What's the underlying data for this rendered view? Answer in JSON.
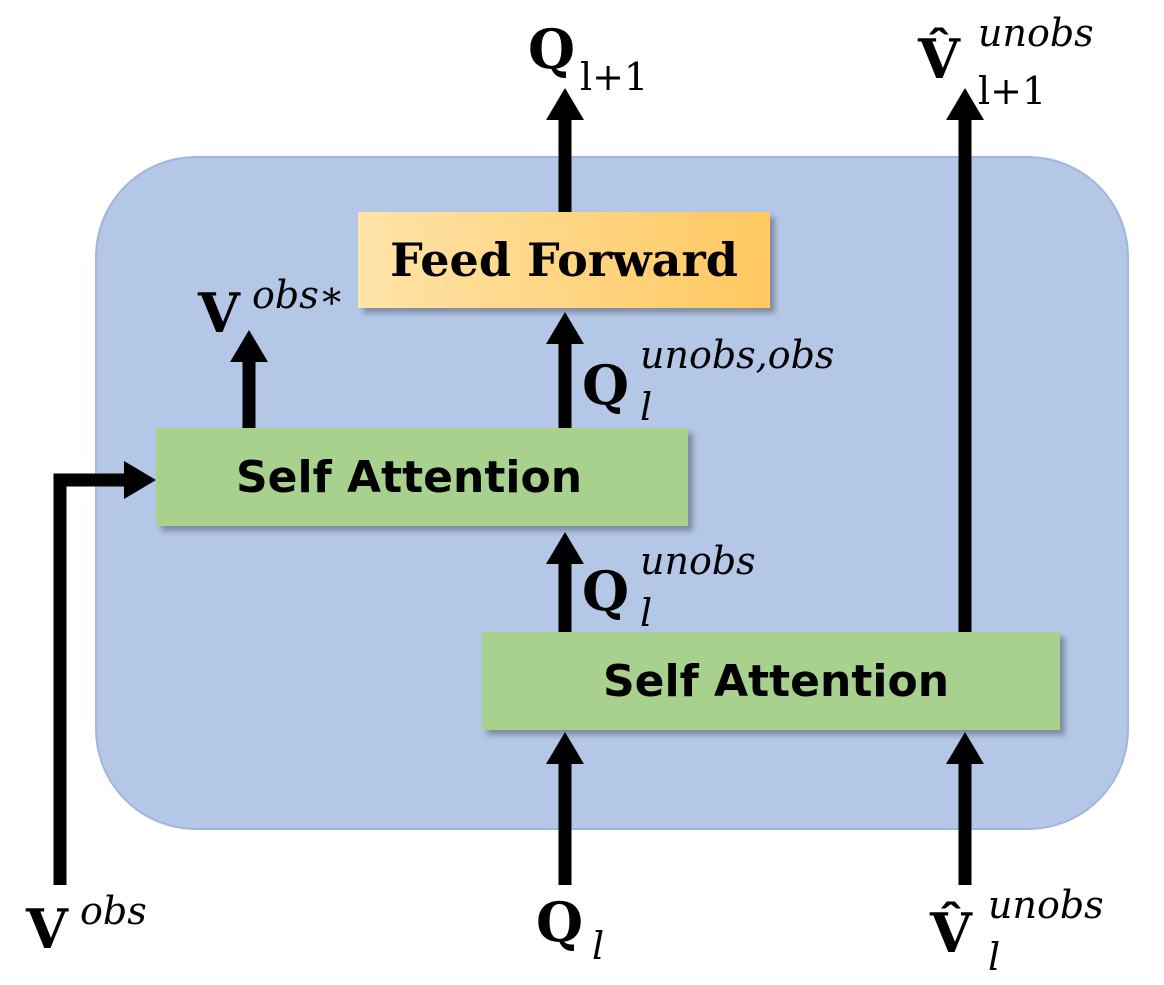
{
  "blocks": {
    "feed_forward": "Feed Forward",
    "self_attention_top": "Self Attention",
    "self_attention_bottom": "Self Attention"
  },
  "labels": {
    "q_out": {
      "base": "Q",
      "sub": "l+1"
    },
    "v_hat_out": {
      "base": "V̂",
      "sup": "unobs",
      "sub": "l+1"
    },
    "v_obs_star": {
      "base": "V",
      "sup": "obs∗"
    },
    "q_unobs_obs": {
      "base": "Q",
      "sup": "unobs,obs",
      "sub": "l"
    },
    "q_unobs": {
      "base": "Q",
      "sup": "unobs",
      "sub": "l"
    },
    "v_obs_in": {
      "base": "V",
      "sup": "obs"
    },
    "q_in": {
      "base": "Q",
      "sub": "l"
    },
    "v_hat_in": {
      "base": "V̂",
      "sup": "unobs",
      "sub": "l"
    }
  },
  "colors": {
    "container": "#b4c7e7",
    "container_border": "#9fb6dd",
    "self_attention": "#a9d18e",
    "feed_forward_light": "#ffe3a8",
    "feed_forward_dark": "#ffc860",
    "arrow": "#000000"
  }
}
